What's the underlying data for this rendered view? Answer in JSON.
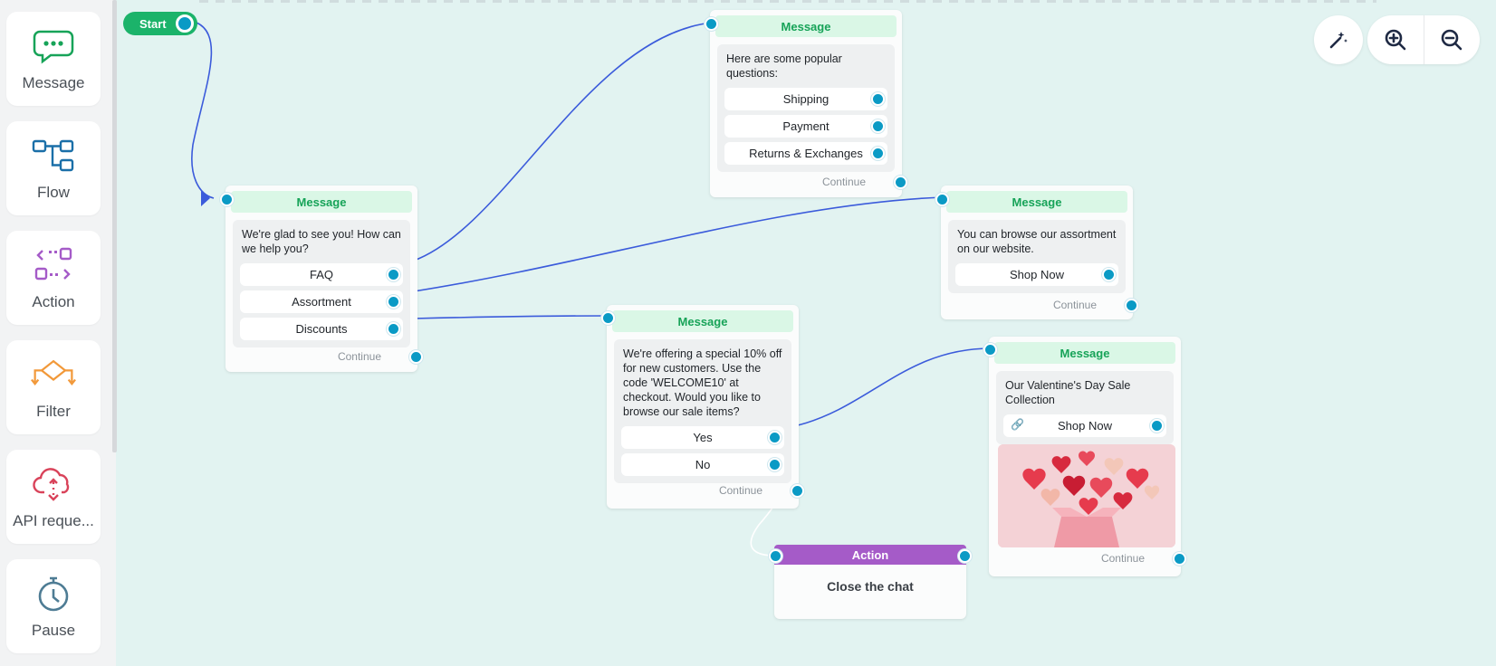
{
  "sidebar": {
    "tools": [
      {
        "label": "Message",
        "icon": "chat-bubble-icon"
      },
      {
        "label": "Flow",
        "icon": "flow-icon"
      },
      {
        "label": "Action",
        "icon": "action-icon"
      },
      {
        "label": "Filter",
        "icon": "filter-icon"
      },
      {
        "label": "API reque...",
        "icon": "api-cloud-icon"
      },
      {
        "label": "Pause",
        "icon": "stopwatch-icon"
      }
    ]
  },
  "start": {
    "label": "Start"
  },
  "nodes": {
    "welcome": {
      "title": "Message",
      "text": "We're glad to see you! How can we help you?",
      "buttons": [
        "FAQ",
        "Assortment",
        "Discounts"
      ],
      "continue": "Continue"
    },
    "faq": {
      "title": "Message",
      "text": "Here are some popular questions:",
      "buttons": [
        "Shipping",
        "Payment",
        "Returns & Exchanges"
      ],
      "continue": "Continue"
    },
    "assortment": {
      "title": "Message",
      "text": "You can browse our assortment on our website.",
      "buttons": [
        "Shop Now"
      ],
      "continue": "Continue"
    },
    "discounts": {
      "title": "Message",
      "text": "We're offering a special 10% off for new customers. Use the code 'WELCOME10' at checkout. Would you like to browse our sale items?",
      "buttons": [
        "Yes",
        "No"
      ],
      "continue": "Continue"
    },
    "valentine": {
      "title": "Message",
      "text": "Our Valentine's Day Sale Collection",
      "buttons": [
        "Shop Now"
      ],
      "continue": "Continue"
    },
    "close": {
      "title": "Action",
      "text": "Close the chat"
    }
  },
  "toolbar": {
    "icons": [
      "magic-wand-icon",
      "zoom-in-icon",
      "zoom-out-icon"
    ]
  },
  "colors": {
    "canvas": "#e2f3f1",
    "wire": "#3b5bdb",
    "port": "#0a9ac5",
    "message_header": "#17a358",
    "action_header": "#a55bc8",
    "start": "#1bb36a"
  }
}
